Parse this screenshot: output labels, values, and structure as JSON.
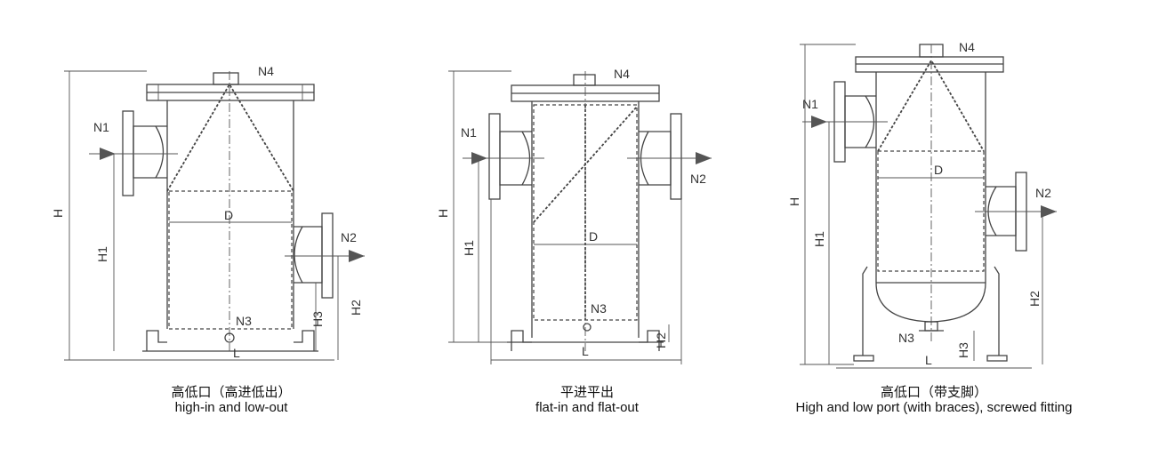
{
  "labels": {
    "n1": "N1",
    "n2": "N2",
    "n3": "N3",
    "n4": "N4",
    "h": "H",
    "h1": "H1",
    "h2": "H2",
    "h3": "H3",
    "d": "D",
    "l": "L"
  },
  "diagrams": [
    {
      "caption_zh": "高低口（高进低出）",
      "caption_en": "high-in and low-out"
    },
    {
      "caption_zh": "平进平出",
      "caption_en": "flat-in and flat-out"
    },
    {
      "caption_zh": "高低口（带支脚）",
      "caption_en": "High and low port (with braces), screwed fitting"
    }
  ]
}
